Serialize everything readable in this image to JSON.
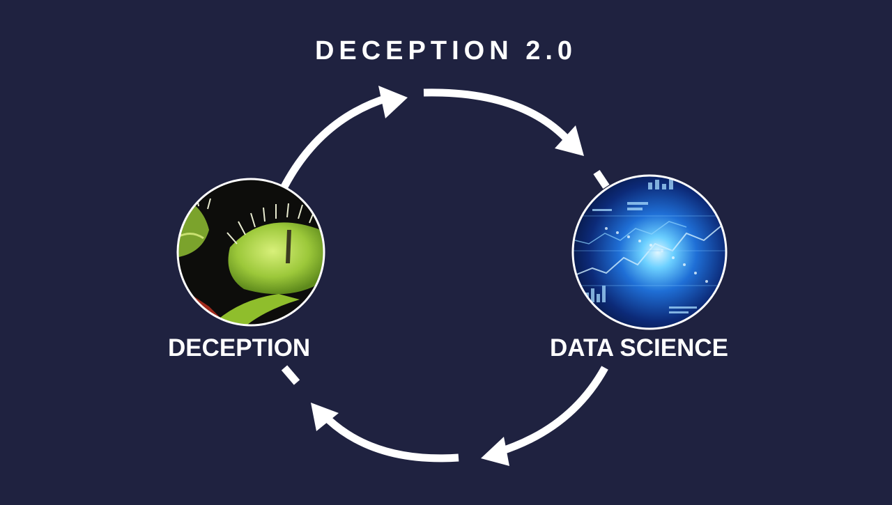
{
  "title": "DECEPTION 2.0",
  "nodes": [
    {
      "label": "DECEPTION",
      "image_subject": "venus flytrap"
    },
    {
      "label": "DATA SCIENCE",
      "image_subject": "glowing data charts"
    }
  ],
  "colors": {
    "background": "#1f2240",
    "arrow": "#ffffff",
    "text": "#ffffff"
  }
}
